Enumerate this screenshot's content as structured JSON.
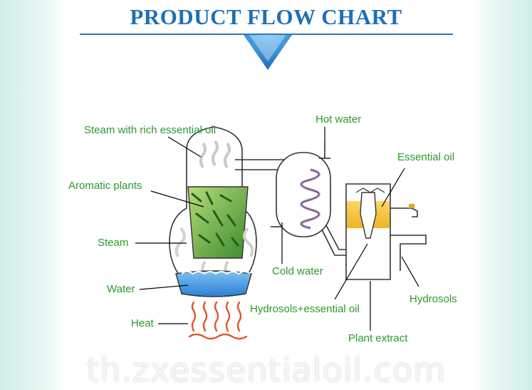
{
  "title": "PRODUCT FLOW CHART",
  "labels": {
    "steam_oil": "Steam with rich essential oil",
    "aromatic": "Aromatic plants",
    "steam": "Steam",
    "water": "Water",
    "heat": "Heat",
    "hot_water": "Hot water",
    "cold_water": "Cold water",
    "essential_oil": "Essential oil",
    "hydrosols": "Hydrosols",
    "hydrosols_oil": "Hydrosols+essential oil",
    "plant_extract": "Plant extract"
  },
  "watermark": "th.zxessentialoil.com",
  "colors": {
    "title": "#1f6fb7",
    "label": "#2a9a2a",
    "water": "#3a8ee0",
    "oil": "#f2c230",
    "heat": "#e2552a",
    "coil": "#c8a6d8"
  }
}
